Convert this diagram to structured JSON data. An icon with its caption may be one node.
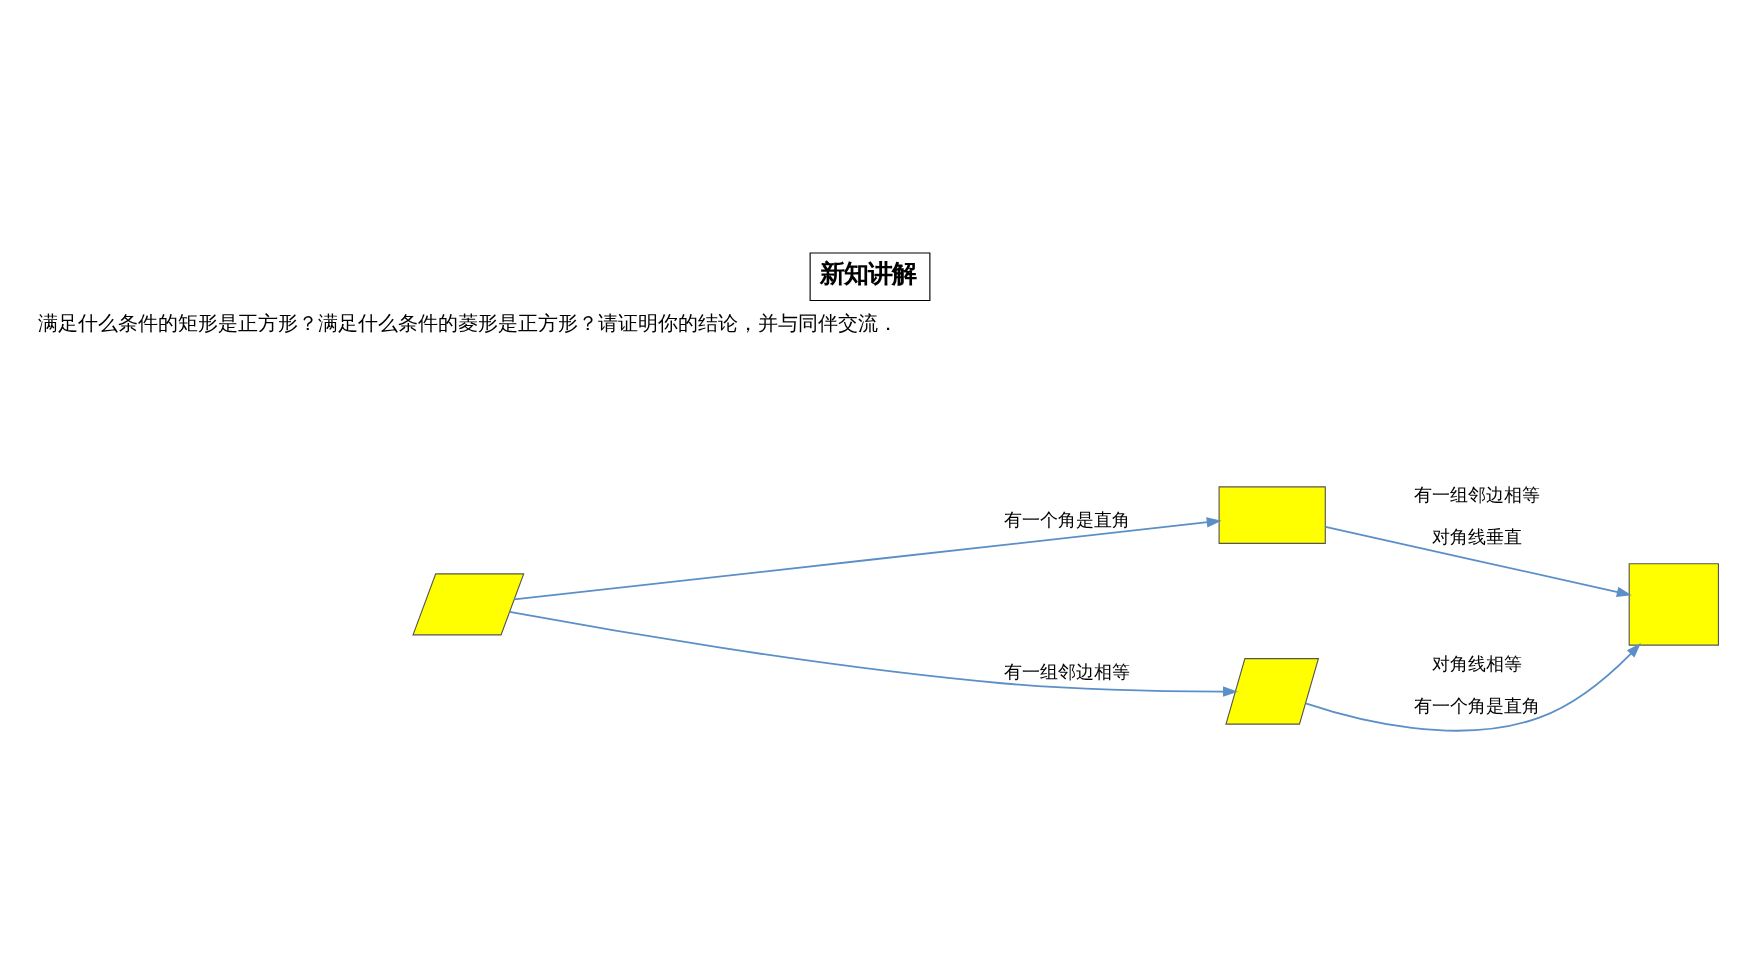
{
  "diagram": {
    "title": "新知讲解",
    "nodes": [
      {
        "text": [],
        "shape": "parallelogram"
      },
      {
        "text": [],
        "shape": "box"
      },
      {
        "text": [],
        "shape": "parallelogram"
      },
      {
        "text": [],
        "shape": "box"
      }
    ],
    "edges": [
      {
        "from": 0,
        "to": 1,
        "arrow": "to",
        "label": [
          "有一个角是直角"
        ]
      },
      {
        "from": 0,
        "to": 2,
        "arrow": "to",
        "label": [
          "有一组邻边相等"
        ]
      },
      {
        "from": 1,
        "to": 3,
        "arrow": "to",
        "label": [
          "有一组邻边相等",
          "对角线垂直"
        ]
      },
      {
        "from": 2,
        "to": 3,
        "arrow": "to",
        "label": [
          "对角线相等",
          "有一个角是直角"
        ]
      }
    ],
    "labels": [
      "满足什么条件的矩形是正方形？满足什么条件的菱形是正方形？请证明你的结论，并与同伴交流．"
    ]
  }
}
